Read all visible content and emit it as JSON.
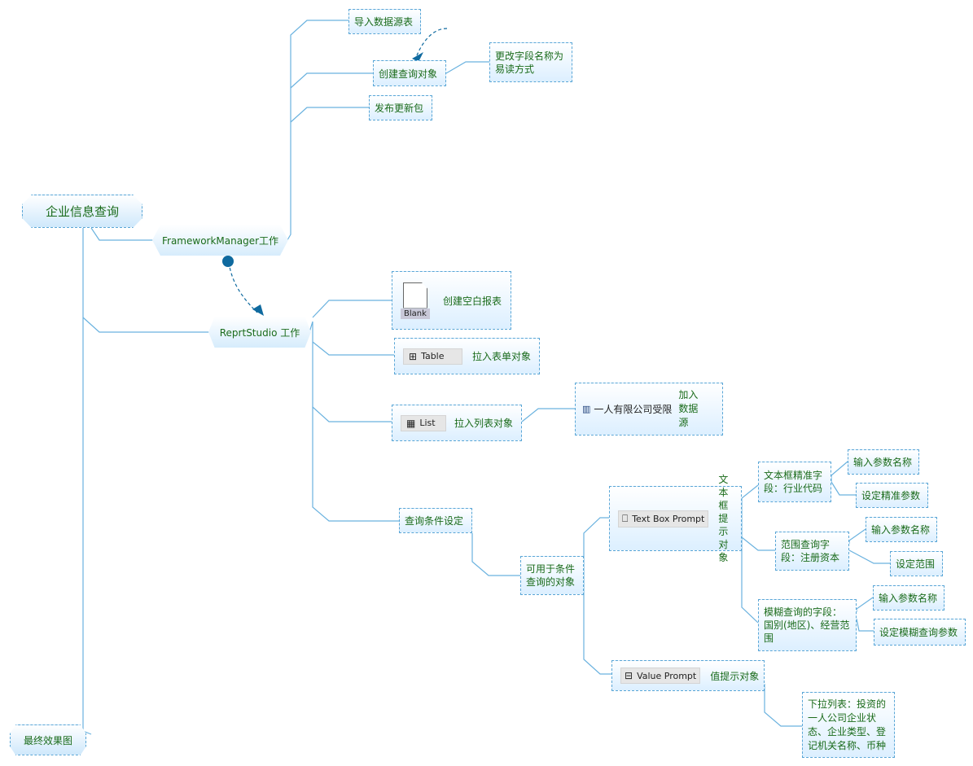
{
  "root": {
    "label": "企业信息查询"
  },
  "final": {
    "label": "最终效果图"
  },
  "fm": {
    "label": "FrameworkManager工作",
    "steps": [
      "导入数据源表",
      "创建查询对象",
      "发布更新包"
    ],
    "rename_note": "更改字段名称为易读方式"
  },
  "rs": {
    "label": "ReprtStudio 工作",
    "blank": {
      "widget": "Blank",
      "text": "创建空白报表"
    },
    "table": {
      "widget": "Table",
      "text": "拉入表单对象"
    },
    "list": {
      "widget": "List",
      "text": "拉入列表对象"
    },
    "datasource": {
      "widget": "一人有限公司受限",
      "text": "加入数据源"
    }
  },
  "query": {
    "label": "查询条件设定",
    "objects_label": "可用于条件查询的对象",
    "textbox": {
      "widget": "Text Box Prompt",
      "text": "文本框提示对象"
    },
    "exact_field": "文本框精准字段：行业代码",
    "exact_steps": [
      "输入参数名称",
      "设定精准参数"
    ],
    "range_field": "范围查询字段：注册资本",
    "range_steps": [
      "输入参数名称",
      "设定范围"
    ],
    "fuzzy_field": "模糊查询的字段：国别(地区)、经营范围",
    "fuzzy_steps": [
      "输入参数名称",
      "设定模糊查询参数"
    ],
    "valueprompt": {
      "widget": "Value Prompt",
      "text": "值提示对象"
    },
    "dropdown_note": "下拉列表：投资的一人公司企业状态、企业类型、登记机关名称、币种"
  },
  "icons": {
    "table": "table-grid-icon",
    "list": "list-grid-icon",
    "datasource": "database-icon",
    "textbox": "textbox-prompt-icon",
    "valueprompt": "dropdown-prompt-icon",
    "blank": "blank-page-icon"
  },
  "colors": {
    "line": "#6ab2df",
    "text": "#1a6b1a",
    "arrow": "#0f6a9f"
  }
}
